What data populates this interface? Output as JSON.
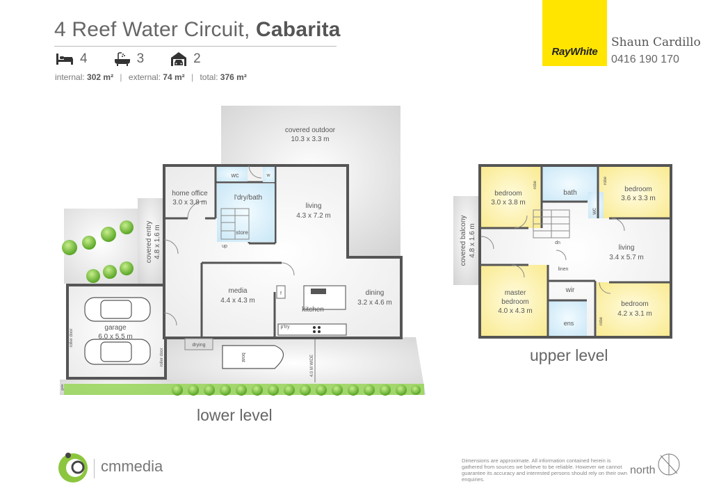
{
  "header": {
    "street": "4 Reef Water Circuit,",
    "suburb": "Cabarita",
    "bedrooms": "4",
    "bathrooms": "3",
    "car_spaces": "2",
    "internal_label": "internal:",
    "internal_value": "302 m²",
    "external_label": "external:",
    "external_value": "74 m²",
    "total_label": "total:",
    "total_value": "376 m²",
    "separator": "|"
  },
  "icons": {
    "bed": "bed-icon",
    "bath": "bath-icon",
    "car": "garage-car-icon",
    "north": "compass-icon",
    "tree": "tree-icon"
  },
  "colors": {
    "bedroom_fill": "#fdf3a6",
    "wet_area_fill": "#d6eefa",
    "brand_yellow": "#ffe500",
    "cm_green": "#8cc63f",
    "hedge_green": "#6bbf2e"
  },
  "agency": {
    "logo_text": "RayWhite",
    "agent_name": "Shaun Cardillo",
    "agent_phone": "0416 190 170"
  },
  "lower_level": {
    "label": "lower level",
    "rooms": {
      "covered_outdoor_name": "covered outdoor",
      "covered_outdoor_size": "10.3 x 3.3 m",
      "home_office_name": "home office",
      "home_office_size": "3.0 x 3.8 m",
      "wc": "wc",
      "w": "w",
      "laundry_bath": "l'dry/bath",
      "store": "store",
      "up": "up",
      "living_name": "living",
      "living_size": "4.3 x 7.2 m",
      "covered_entry_name": "covered entry",
      "covered_entry_size": "4.8 x 1.6 m",
      "media_name": "media",
      "media_size": "4.4 x 4.3 m",
      "fridge": "f",
      "kitchen": "kitchen",
      "pantry": "p'try",
      "dining_name": "dining",
      "dining_size": "3.2 x 4.6 m",
      "garage_name": "garage",
      "garage_size": "6.0 x 5.5 m",
      "roller_door_1": "roller door",
      "roller_door_2": "roller door",
      "drying": "drying",
      "boat": "boat",
      "width_note": "4.0 M WIDE",
      "gate": "gate"
    }
  },
  "upper_level": {
    "label": "upper level",
    "rooms": {
      "bedroom1_name": "bedroom",
      "bedroom1_size": "3.0 x 3.8 m",
      "robe1": "robe",
      "bath": "bath",
      "robe2": "robe",
      "bedroom2_name": "bedroom",
      "bedroom2_size": "3.6 x 3.3 m",
      "wc": "wc",
      "balcony_name": "covered balcony",
      "balcony_size": "4.8 x 1.6 m",
      "dn": "dn",
      "living_name": "living",
      "living_size": "3.4 x 5.7 m",
      "linen": "linen",
      "master_name_1": "master",
      "master_name_2": "bedroom",
      "master_size": "4.0 x 4.3 m",
      "wir": "wir",
      "ens": "ens",
      "robe3": "robe",
      "bedroom3_name": "bedroom",
      "bedroom3_size": "4.2 x 3.1 m"
    }
  },
  "footer": {
    "brand": "cmmedia",
    "disclaimer": "Dimensions are approximate. All information contained herein is gathered from sources we believe to be reliable. However we cannot guarantee its accuracy and interested persons should rely on their own enquiries.",
    "north_label": "north"
  }
}
